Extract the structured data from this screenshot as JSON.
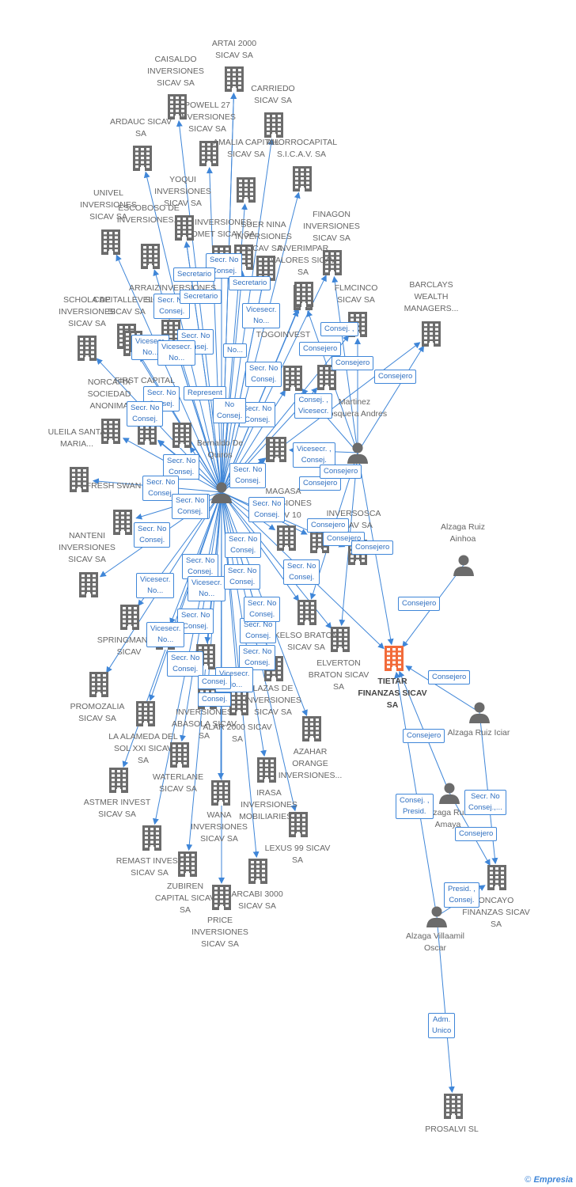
{
  "colors": {
    "edge": "#3f86d8",
    "node": "#6b6b6b",
    "main": "#f26b3a",
    "text": "#666666"
  },
  "watermark": {
    "symbol": "©",
    "brand": "Empresia"
  },
  "nodes": [
    {
      "id": "n0",
      "type": "company",
      "label": "ARTAI 2000 SICAV SA"
    },
    {
      "id": "n1",
      "type": "company",
      "label": "CAISALDO INVERSIONES SICAV SA"
    },
    {
      "id": "n2",
      "type": "company",
      "label": "CARRIEDO SICAV SA"
    },
    {
      "id": "n3",
      "type": "company",
      "label": "POWELL 27 INVERSIONES SICAV SA"
    },
    {
      "id": "n4",
      "type": "company",
      "label": "ARDAUC SICAV SA"
    },
    {
      "id": "n5",
      "type": "company",
      "label": "AMALIA CAPITAL SICAV SA"
    },
    {
      "id": "n6",
      "type": "company",
      "label": "AHORROCAPITAL S.I.C.A.V. SA"
    },
    {
      "id": "n7",
      "type": "company",
      "label": "YOQUI INVERSIONES SICAV SA"
    },
    {
      "id": "n8",
      "type": "company",
      "label": "UNIVEL INVERSIONES SICAV SA"
    },
    {
      "id": "n9",
      "type": "company",
      "label": "ESCOBOSO DE INVERSIONES..."
    },
    {
      "id": "n10",
      "type": "company",
      "label": "INVERSIONES OMET SICAV SA"
    },
    {
      "id": "n11",
      "type": "company",
      "label": "SUER NINA INVERSIONES SICAV SA"
    },
    {
      "id": "n12",
      "type": "company",
      "label": "FINAGON INVERSIONES SICAV SA"
    },
    {
      "id": "n13",
      "type": "company",
      "label": "INVERIMPAR VALORES SICAV SA"
    },
    {
      "id": "n14",
      "type": "company",
      "label": "ARRAIZINVERSIONES SICAV SA"
    },
    {
      "id": "n15",
      "type": "company",
      "label": "SCHOLA DE INVERSIONES SICAV SA"
    },
    {
      "id": "n16",
      "type": "company",
      "label": "CAPITALLEVEL 1 SICAV SA"
    },
    {
      "id": "n17",
      "type": "company",
      "label": "FLMCINCO SICAV SA"
    },
    {
      "id": "n18",
      "type": "company",
      "label": "BARCLAYS WEALTH MANAGERS..."
    },
    {
      "id": "n19",
      "type": "company",
      "label": "TOGOINVEST"
    },
    {
      "id": "n20",
      "type": "company",
      "label": "NORCAFIX SOCIEDAD ANONIMA"
    },
    {
      "id": "n21",
      "type": "company",
      "label": "FIRST CAPITAL"
    },
    {
      "id": "n22",
      "type": "person",
      "label": "Martinez Mosquera Andres"
    },
    {
      "id": "n23",
      "type": "company",
      "label": "ULEILA SANTA MARIA..."
    },
    {
      "id": "n24",
      "type": "person",
      "label": "Bernaldo De Quiros"
    },
    {
      "id": "n25",
      "type": "company",
      "label": "FRESH SWAN SA"
    },
    {
      "id": "n26",
      "type": "company",
      "label": "MAGASA INVERSIONES SICAV 10"
    },
    {
      "id": "n27",
      "type": "company",
      "label": "INVERSOSCA SICAV SA"
    },
    {
      "id": "n28",
      "type": "person",
      "label": "Alzaga Ruiz Ainhoa"
    },
    {
      "id": "n29",
      "type": "company",
      "label": "NANTENI INVERSIONES SICAV SA"
    },
    {
      "id": "n30",
      "type": "company",
      "label": "SPRINGMAN SA SICAV"
    },
    {
      "id": "n31",
      "type": "company",
      "label": "KELSO BRATON SICAV SA"
    },
    {
      "id": "n32",
      "type": "company",
      "label": "ELVERTON BRATON SICAV SA"
    },
    {
      "id": "n33",
      "type": "company",
      "label": "TIETAR FINANZAS SICAV SA"
    },
    {
      "id": "n34",
      "type": "company",
      "label": "PROMOZALIA SICAV SA"
    },
    {
      "id": "n35",
      "type": "company",
      "label": "LA ALAMEDA DEL SOL XXI SICAV SA"
    },
    {
      "id": "n36",
      "type": "company",
      "label": "INVERSIONES ABASOLA SICAV SA"
    },
    {
      "id": "n37",
      "type": "company",
      "label": "ALAR 2000 SICAV SA"
    },
    {
      "id": "n38",
      "type": "company",
      "label": "LAZAS DE INVERSIONES SICAV SA"
    },
    {
      "id": "n39",
      "type": "person",
      "label": "Alzaga Ruiz Iciar"
    },
    {
      "id": "n40",
      "type": "company",
      "label": "AZAHAR ORANGE INVERSIONES..."
    },
    {
      "id": "n41",
      "type": "company",
      "label": "WATERLANE SICAV SA"
    },
    {
      "id": "n42",
      "type": "company",
      "label": "ASTMER INVEST SICAV SA"
    },
    {
      "id": "n43",
      "type": "company",
      "label": "IRASA INVERSIONES MOBILIARIES..."
    },
    {
      "id": "n44",
      "type": "person",
      "label": "Alzaga Ruiz Amaya"
    },
    {
      "id": "n45",
      "type": "company",
      "label": "WANA INVERSIONES SICAV SA"
    },
    {
      "id": "n46",
      "type": "company",
      "label": "LEXUS 99 SICAV SA"
    },
    {
      "id": "n47",
      "type": "company",
      "label": "REMAST INVEST SICAV SA"
    },
    {
      "id": "n48",
      "type": "company",
      "label": "ZUBIREN CAPITAL SICAV SA"
    },
    {
      "id": "n49",
      "type": "company",
      "label": "ARCABI 3000 SICAV SA"
    },
    {
      "id": "n50",
      "type": "company",
      "label": "PRICE INVERSIONES SICAV SA"
    },
    {
      "id": "n51",
      "type": "company",
      "label": "ONCAYO FINANZAS SICAV SA"
    },
    {
      "id": "n52",
      "type": "person",
      "label": "Alzaga Villaamil Oscar"
    },
    {
      "id": "n53",
      "type": "company",
      "label": "PROSALVI SL"
    },
    {
      "id": "n54",
      "type": "person",
      "label": ""
    },
    {
      "id": "n55",
      "type": "company",
      "label": ""
    },
    {
      "id": "n56",
      "type": "company",
      "label": ""
    },
    {
      "id": "n57",
      "type": "company",
      "label": ""
    },
    {
      "id": "n58",
      "type": "company",
      "label": ""
    },
    {
      "id": "n59",
      "type": "company",
      "label": ""
    },
    {
      "id": "n60",
      "type": "company",
      "label": ""
    },
    {
      "id": "n61",
      "type": "company",
      "label": ""
    },
    {
      "id": "n62",
      "type": "company",
      "label": ""
    },
    {
      "id": "n63",
      "type": "company",
      "label": ""
    },
    {
      "id": "n64",
      "type": "company",
      "label": ""
    },
    {
      "id": "n65",
      "type": "company",
      "label": ""
    },
    {
      "id": "n66",
      "type": "company",
      "label": ""
    },
    {
      "id": "n67",
      "type": "person",
      "label": ""
    }
  ],
  "edges": [
    {
      "from": "n54",
      "to": "n0",
      "label": ""
    },
    {
      "from": "n54",
      "to": "n1",
      "label": ""
    },
    {
      "from": "n54",
      "to": "n2",
      "label": ""
    },
    {
      "from": "n54",
      "to": "n3",
      "label": ""
    },
    {
      "from": "n54",
      "to": "n4",
      "label": ""
    },
    {
      "from": "n54",
      "to": "n5",
      "label": ""
    },
    {
      "from": "n54",
      "to": "n6",
      "label": ""
    },
    {
      "from": "n54",
      "to": "n7",
      "label": ""
    },
    {
      "from": "n54",
      "to": "n8",
      "label": ""
    },
    {
      "from": "n54",
      "to": "n9",
      "label": ""
    },
    {
      "from": "n54",
      "to": "n10",
      "label": ""
    },
    {
      "from": "n54",
      "to": "n11",
      "label": ""
    },
    {
      "from": "n54",
      "to": "n12",
      "label": ""
    },
    {
      "from": "n54",
      "to": "n13",
      "label": ""
    },
    {
      "from": "n54",
      "to": "n14",
      "label": ""
    },
    {
      "from": "n54",
      "to": "n15",
      "label": ""
    },
    {
      "from": "n54",
      "to": "n16",
      "label": ""
    },
    {
      "from": "n54",
      "to": "n17",
      "label": ""
    },
    {
      "from": "n54",
      "to": "n18",
      "label": ""
    },
    {
      "from": "n54",
      "to": "n19",
      "label": ""
    },
    {
      "from": "n54",
      "to": "n20",
      "label": ""
    },
    {
      "from": "n54",
      "to": "n21",
      "label": ""
    },
    {
      "from": "n54",
      "to": "n23",
      "label": ""
    },
    {
      "from": "n54",
      "to": "n25",
      "label": ""
    },
    {
      "from": "n54",
      "to": "n26",
      "label": ""
    },
    {
      "from": "n54",
      "to": "n27",
      "label": ""
    },
    {
      "from": "n54",
      "to": "n29",
      "label": ""
    },
    {
      "from": "n54",
      "to": "n30",
      "label": ""
    },
    {
      "from": "n54",
      "to": "n31",
      "label": ""
    },
    {
      "from": "n54",
      "to": "n32",
      "label": ""
    },
    {
      "from": "n54",
      "to": "n33",
      "label": ""
    },
    {
      "from": "n54",
      "to": "n34",
      "label": ""
    },
    {
      "from": "n54",
      "to": "n35",
      "label": ""
    },
    {
      "from": "n54",
      "to": "n36",
      "label": ""
    },
    {
      "from": "n54",
      "to": "n37",
      "label": ""
    },
    {
      "from": "n54",
      "to": "n38",
      "label": ""
    },
    {
      "from": "n54",
      "to": "n40",
      "label": ""
    },
    {
      "from": "n54",
      "to": "n41",
      "label": ""
    },
    {
      "from": "n54",
      "to": "n42",
      "label": ""
    },
    {
      "from": "n54",
      "to": "n43",
      "label": ""
    },
    {
      "from": "n54",
      "to": "n45",
      "label": ""
    },
    {
      "from": "n54",
      "to": "n46",
      "label": ""
    },
    {
      "from": "n54",
      "to": "n47",
      "label": ""
    },
    {
      "from": "n54",
      "to": "n48",
      "label": ""
    },
    {
      "from": "n54",
      "to": "n49",
      "label": ""
    },
    {
      "from": "n54",
      "to": "n50",
      "label": ""
    },
    {
      "from": "n54",
      "to": "n55",
      "label": ""
    },
    {
      "from": "n54",
      "to": "n56",
      "label": ""
    },
    {
      "from": "n54",
      "to": "n57",
      "label": ""
    },
    {
      "from": "n54",
      "to": "n58",
      "label": ""
    },
    {
      "from": "n54",
      "to": "n59",
      "label": ""
    },
    {
      "from": "n54",
      "to": "n60",
      "label": ""
    },
    {
      "from": "n54",
      "to": "n61",
      "label": ""
    },
    {
      "from": "n54",
      "to": "n62",
      "label": ""
    },
    {
      "from": "n54",
      "to": "n63",
      "label": ""
    },
    {
      "from": "n54",
      "to": "n64",
      "label": ""
    },
    {
      "from": "n54",
      "to": "n65",
      "label": ""
    },
    {
      "from": "n54",
      "to": "n66",
      "label": ""
    },
    {
      "from": "n24",
      "to": "n0",
      "label": ""
    },
    {
      "from": "n24",
      "to": "n7",
      "label": ""
    },
    {
      "from": "n24",
      "to": "n11",
      "label": ""
    },
    {
      "from": "n24",
      "to": "n14",
      "label": ""
    },
    {
      "from": "n22",
      "to": "n12",
      "label": ""
    },
    {
      "from": "n22",
      "to": "n13",
      "label": ""
    },
    {
      "from": "n22",
      "to": "n17",
      "label": ""
    },
    {
      "from": "n22",
      "to": "n18",
      "label": ""
    },
    {
      "from": "n22",
      "to": "n19",
      "label": ""
    },
    {
      "from": "n67",
      "to": "n26",
      "label": ""
    },
    {
      "from": "n67",
      "to": "n31",
      "label": ""
    },
    {
      "from": "n67",
      "to": "n32",
      "label": ""
    },
    {
      "from": "n67",
      "to": "n33",
      "label": ""
    },
    {
      "from": "n28",
      "to": "n33",
      "label": ""
    },
    {
      "from": "n39",
      "to": "n33",
      "label": ""
    },
    {
      "from": "n39",
      "to": "n51",
      "label": ""
    },
    {
      "from": "n44",
      "to": "n33",
      "label": ""
    },
    {
      "from": "n44",
      "to": "n51",
      "label": ""
    },
    {
      "from": "n52",
      "to": "n33",
      "label": ""
    },
    {
      "from": "n52",
      "to": "n51",
      "label": ""
    },
    {
      "from": "n52",
      "to": "n53",
      "label": ""
    }
  ],
  "edge_labels": [
    "Secr. No Consej.",
    "Secretario",
    "Secr. No Consej.",
    "Secretario",
    "Secr. No Consej.",
    "Secretario",
    "Vicesecr. No...",
    "Consej. ,",
    "Consejero",
    "Vicesecr. No...",
    "Secr. No Consej.",
    "Vicesecr. No...",
    "Consej. ,",
    "Consejero",
    "Secr. No Consej.",
    "Consejero",
    "Secr. No Consej.",
    "Secr. No Consej.",
    "Represent",
    "Consej. , Vicesecr.",
    "Secr. No Consej.",
    "Secr. No Consej.",
    "Vicesecr. , Consej.",
    "Consejero",
    "Secr. No Consej.",
    "Consejero",
    "Secr. No Consej.",
    "Secr. No Consej.",
    "Secr. No Consej.",
    "Consejero",
    "Secr. No Consej.",
    "Consejero",
    "Secr. No Consej.",
    "Consejero",
    "Secr. No Consej.",
    "Vicesecr. No...",
    "Vicesecr. No...",
    "Secr. No Consej.",
    "Secr. No Consej.",
    "Consejero",
    "Secr. No Consej.",
    "Vicesecr. No...",
    "Secr. No Consej.",
    "Secr. No Consej.",
    "Secr. No Consej.",
    "Vicesecr. No...",
    "Consejero",
    "Secr. No Consej.",
    "Consejero",
    "Consej. , Presid.",
    "Secr. No Consej.,...",
    "Consejero",
    "Presid. , Consej.",
    "Adm. Unico",
    "Consej.",
    "Consej.",
    "No Consej.",
    "No..."
  ]
}
